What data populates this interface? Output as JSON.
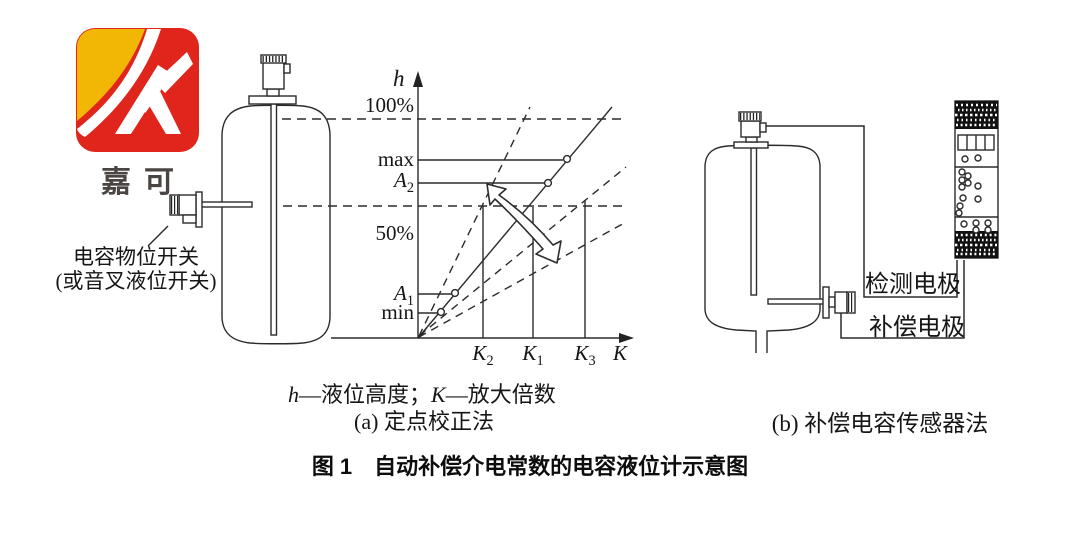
{
  "logo": {
    "text": "嘉可",
    "red": "#e0261c",
    "yellow": "#f2b705"
  },
  "left_panel": {
    "switch_label_line1": "电容物位开关",
    "switch_label_line2": "(或音叉液位开关)"
  },
  "graph": {
    "h_axis": "h",
    "k_axis": "K",
    "pct100": "100%",
    "max": "max",
    "a2": {
      "base": "A",
      "sub": "2"
    },
    "pct50": "50%",
    "a1": {
      "base": "A",
      "sub": "1"
    },
    "min": "min",
    "k2": {
      "base": "K",
      "sub": "2"
    },
    "k1": {
      "base": "K",
      "sub": "1"
    },
    "k3": {
      "base": "K",
      "sub": "3"
    }
  },
  "legend": {
    "h_var": "h",
    "h_desc": "—液位高度；",
    "k_var": "K",
    "k_desc": "—放大倍数"
  },
  "caption_a": "(a) 定点校正法",
  "caption_b": "(b) 补偿电容传感器法",
  "right_panel": {
    "detect_electrode": "检测电极",
    "compensation_electrode": "补偿电极"
  },
  "figure_caption": {
    "number": "图 1",
    "title": "自动补偿介电常数的电容液位计示意图"
  }
}
